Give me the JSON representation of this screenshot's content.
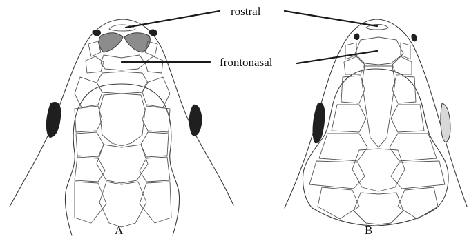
{
  "figure": {
    "labels": {
      "rostral": "rostral",
      "frontonasal": "frontonasal"
    },
    "panels": [
      {
        "id": "A",
        "label": "A"
      },
      {
        "id": "B",
        "label": "B"
      }
    ]
  },
  "colors": {
    "outline": "#3a3a3a",
    "eye": "#1f1f1f",
    "highlight_fill": "#8c8c8c",
    "background": "#ffffff"
  }
}
